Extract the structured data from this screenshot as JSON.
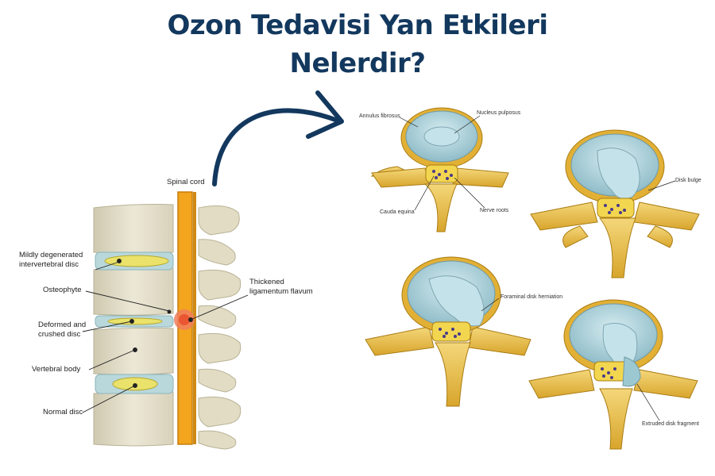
{
  "title": {
    "line1": "Ozon Tedavisi Yan Etkileri",
    "line2": "Nelerdir?"
  },
  "spine_labels": {
    "spinal_cord": "Spinal cord",
    "mild_disc_1": "Mildly degenerated",
    "mild_disc_2": "intervertebral disc",
    "osteophyte": "Osteophyte",
    "deformed_1": "Deformed and",
    "deformed_2": "crushed disc",
    "vertebral_body": "Vertebral body",
    "normal_disc": "Normal disc",
    "ligament_1": "Thickened",
    "ligament_2": "ligamentum flavum"
  },
  "disc_labels": {
    "annulus": "Annulus fibrosus",
    "nucleus": "Nucleus pulposus",
    "cauda": "Cauda equina",
    "nerve_roots": "Nerve roots",
    "bulge": "Disk bulge",
    "foraminal": "Foraminal disk herniation",
    "extruded": "Extruded disk fragment"
  },
  "colors": {
    "title": "#13385e",
    "arrow": "#13385e",
    "bone": "#e8e3cc",
    "cord": "#f2a51d",
    "disc_blue": "#a9cfd8",
    "nucleus": "#e9e05b",
    "vertebra_yellow": "#e8c24d"
  }
}
